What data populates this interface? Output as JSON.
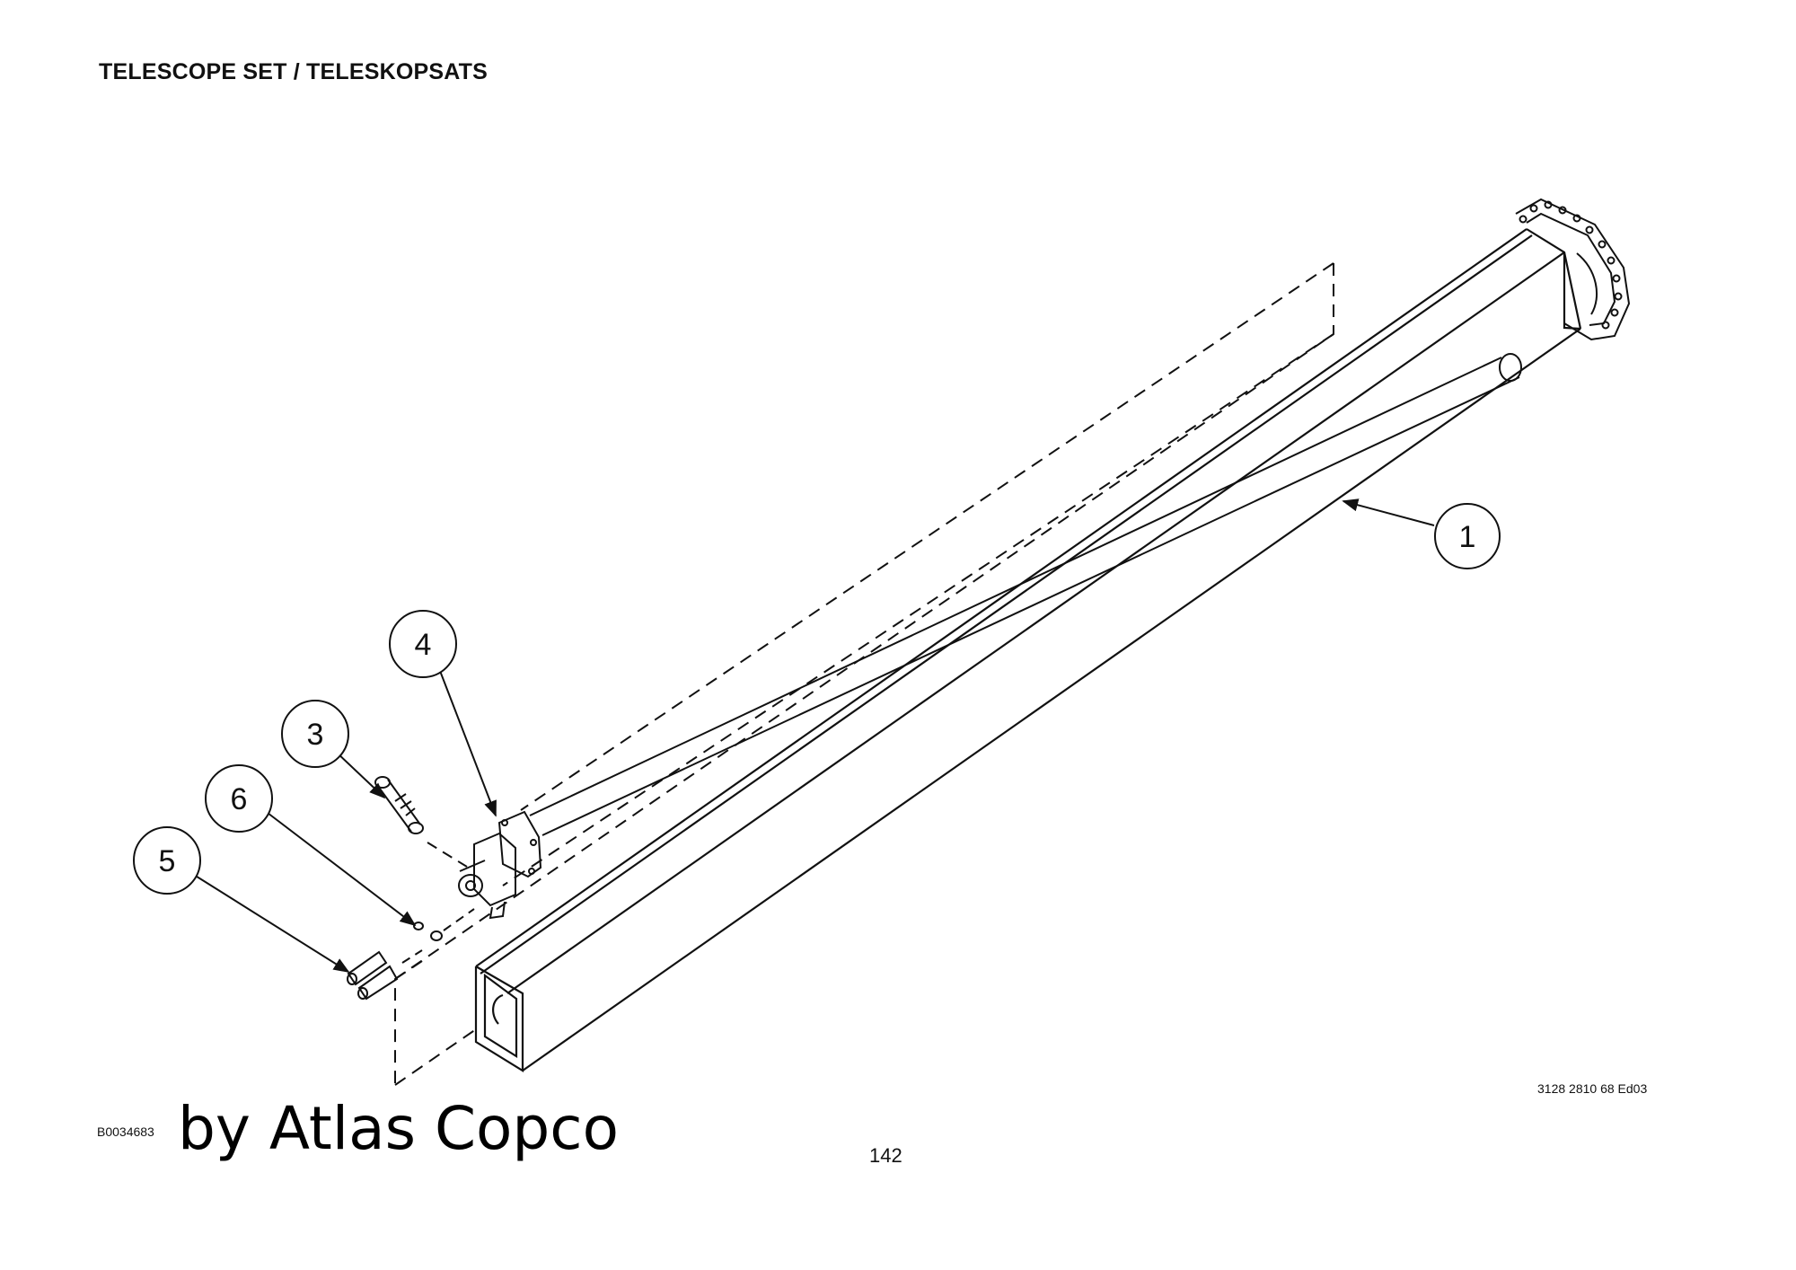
{
  "page": {
    "title": "TELESCOPE SET / TELESKOPSATS",
    "doc_number": "3128 2810 68 Ed03",
    "figure_code": "B0034683",
    "page_number": "142",
    "watermark": "by Atlas Copco"
  },
  "callouts": [
    {
      "label": "1"
    },
    {
      "label": "3"
    },
    {
      "label": "4"
    },
    {
      "label": "5"
    },
    {
      "label": "6"
    }
  ],
  "colors": {
    "line": "#111111",
    "background": "#ffffff"
  }
}
